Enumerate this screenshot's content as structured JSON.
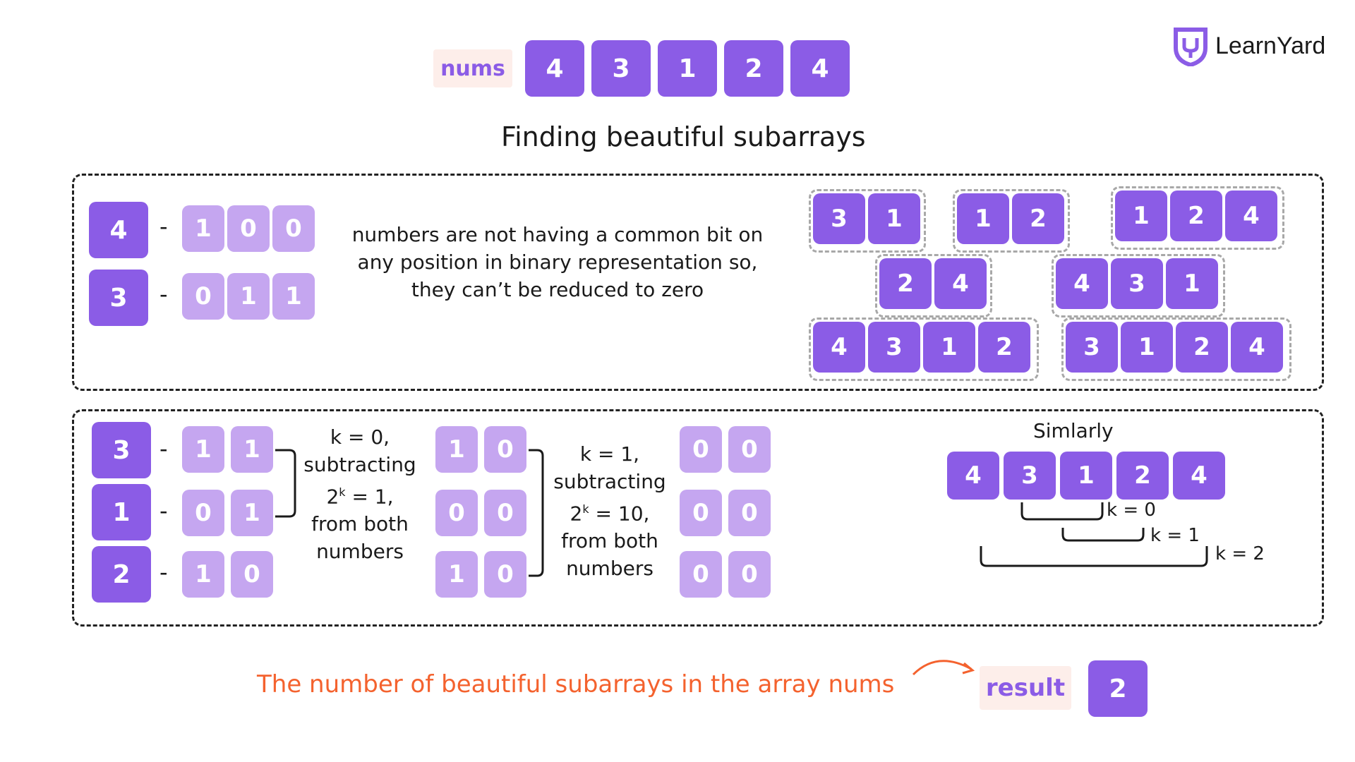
{
  "header": {
    "nums_label": "nums",
    "nums": [
      "4",
      "3",
      "1",
      "2",
      "4"
    ],
    "title": "Finding beautiful subarrays",
    "brand": "LearnYard"
  },
  "box1": {
    "rows": [
      {
        "value": "4",
        "bits": [
          "1",
          "0",
          "0"
        ]
      },
      {
        "value": "3",
        "bits": [
          "0",
          "1",
          "1"
        ]
      }
    ],
    "dash": "-",
    "explanation": [
      "numbers are not having a common bit on",
      "any position in binary representation so,",
      "they can’t be reduced to zero"
    ],
    "groups": [
      [
        "3",
        "1"
      ],
      [
        "1",
        "2"
      ],
      [
        "1",
        "2",
        "4"
      ],
      [
        "2",
        "4"
      ],
      [
        "4",
        "3",
        "1"
      ],
      [
        "4",
        "3",
        "1",
        "2"
      ],
      [
        "3",
        "1",
        "2",
        "4"
      ]
    ]
  },
  "box2": {
    "rows": [
      {
        "value": "3",
        "bits": [
          "1",
          "1"
        ]
      },
      {
        "value": "1",
        "bits": [
          "0",
          "1"
        ]
      },
      {
        "value": "2",
        "bits": [
          "1",
          "0"
        ]
      }
    ],
    "step1_bits": [
      [
        "1",
        "0"
      ],
      [
        "0",
        "0"
      ],
      [
        "1",
        "0"
      ]
    ],
    "step2_bits": [
      [
        "0",
        "0"
      ],
      [
        "0",
        "0"
      ],
      [
        "0",
        "0"
      ]
    ],
    "note1": {
      "line1": "k = 0,",
      "line2": "subtracting",
      "line3_pre": "2",
      "line3_sup": "k",
      "line3_post": " = 1,",
      "line4": "from both",
      "line5": "numbers"
    },
    "note2": {
      "line1": "k = 1,",
      "line2": "subtracting",
      "line3_pre": "2",
      "line3_sup": "k",
      "line3_post": " = 10,",
      "line4": "from both",
      "line5": "numbers"
    },
    "similarly": "Simlarly",
    "array": [
      "4",
      "3",
      "1",
      "2",
      "4"
    ],
    "k_labels": [
      "k = 0",
      "k = 1",
      "k = 2"
    ]
  },
  "footer": {
    "statement": "The number of beautiful subarrays in the array nums",
    "result_label": "result",
    "result_value": "2"
  },
  "colors": {
    "cell": "#8b5ce6",
    "bit": "#c5a6f0",
    "label_bg": "#fdeeea",
    "statement": "#f4622e",
    "arrow": "#f4622e"
  }
}
